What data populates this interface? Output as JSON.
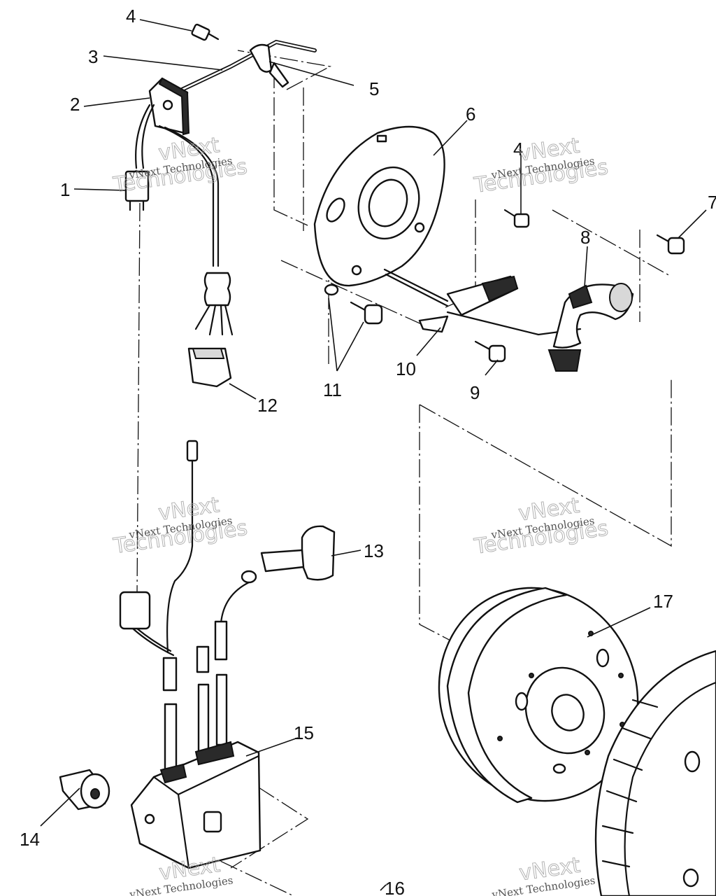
{
  "callouts": {
    "c1": "1",
    "c2": "2",
    "c3": "3",
    "c4a": "4",
    "c4b": "4",
    "c5": "5",
    "c6": "6",
    "c7": "7",
    "c8": "8",
    "c9": "9",
    "c10": "10",
    "c11": "11",
    "c12": "12",
    "c13": "13",
    "c14": "14",
    "c15": "15",
    "c16": "16",
    "c17": "17"
  },
  "watermark": {
    "line1": "vNext Technologies",
    "brand_top": "vNext",
    "brand_bottom": "Technologies"
  },
  "colors": {
    "ink": "#111111",
    "watermark": "#a0a0a0"
  }
}
